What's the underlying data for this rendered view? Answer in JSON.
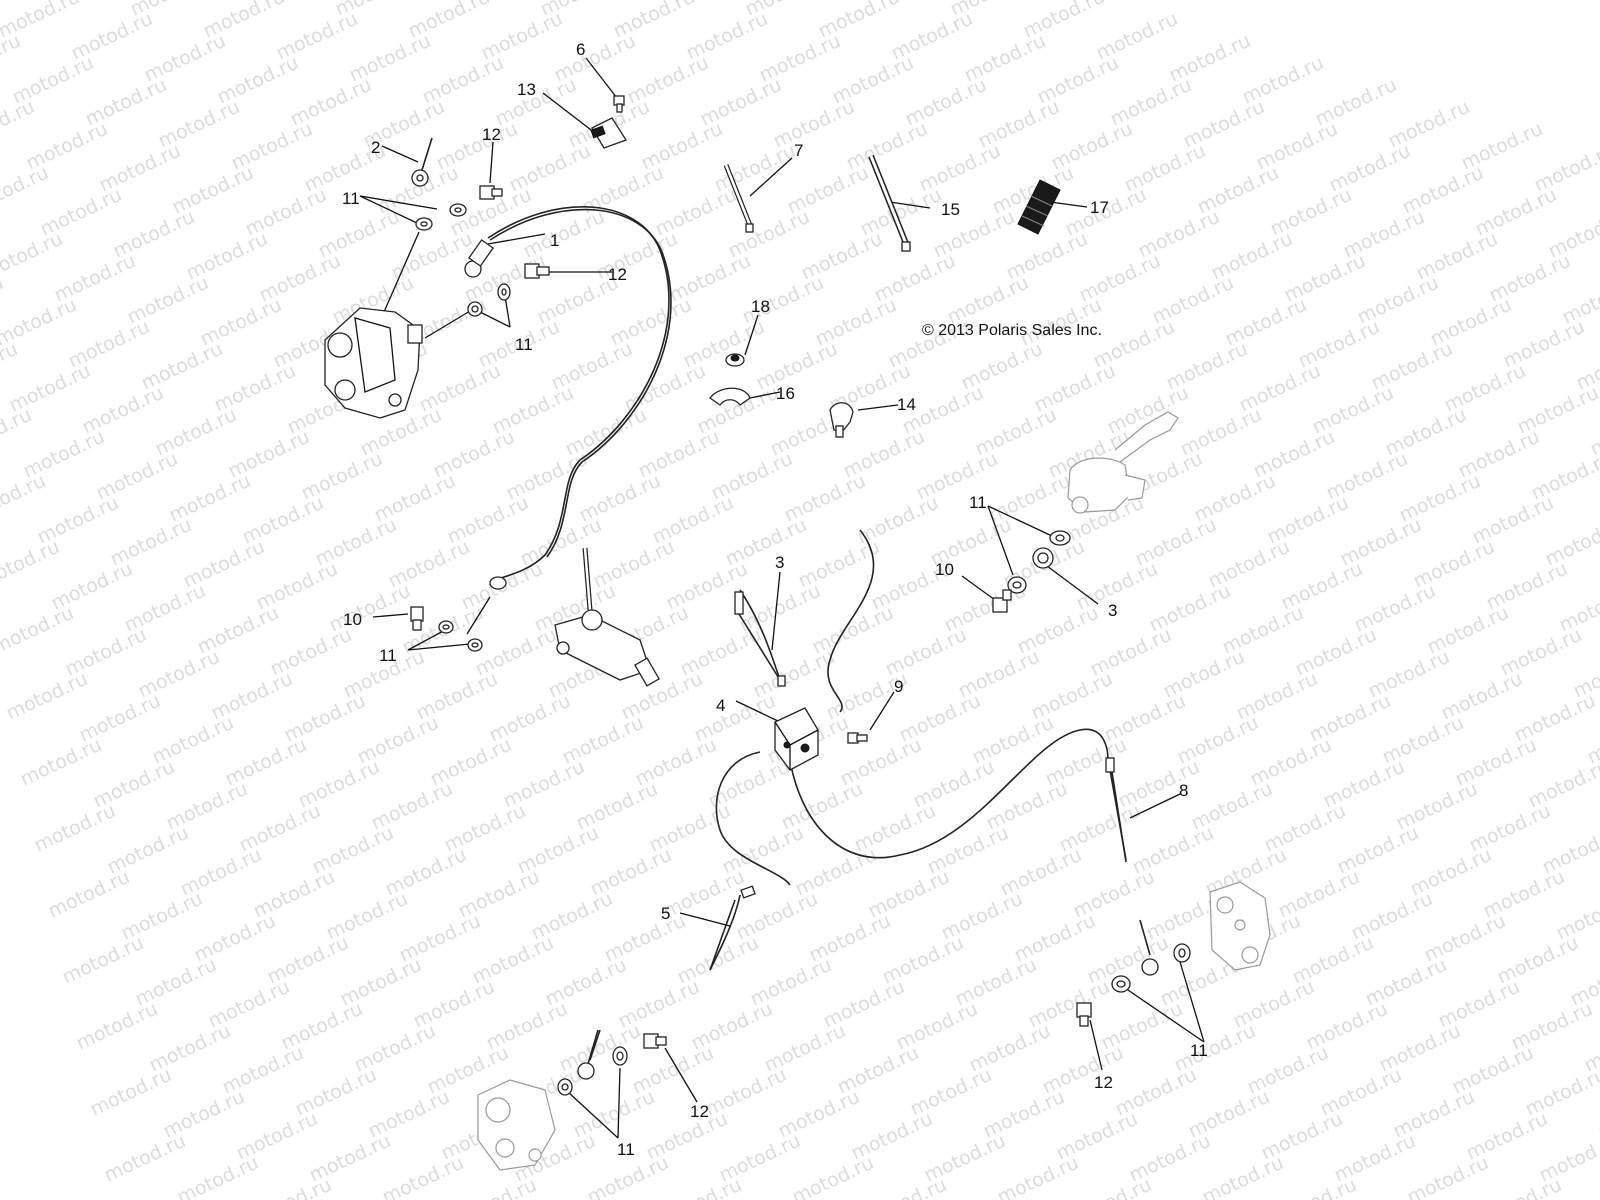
{
  "watermark": {
    "text": "motod.ru"
  },
  "copyright": "© 2013 Polaris Sales Inc.",
  "callouts": [
    {
      "id": "c1",
      "text": "1"
    },
    {
      "id": "c2",
      "text": "2"
    },
    {
      "id": "c3a",
      "text": "3"
    },
    {
      "id": "c3b",
      "text": "3"
    },
    {
      "id": "c4",
      "text": "4"
    },
    {
      "id": "c5",
      "text": "5"
    },
    {
      "id": "c6",
      "text": "6"
    },
    {
      "id": "c7",
      "text": "7"
    },
    {
      "id": "c8",
      "text": "8"
    },
    {
      "id": "c9",
      "text": "9"
    },
    {
      "id": "c10a",
      "text": "10"
    },
    {
      "id": "c10b",
      "text": "10"
    },
    {
      "id": "c11a",
      "text": "11"
    },
    {
      "id": "c11b",
      "text": "11"
    },
    {
      "id": "c11c",
      "text": "11"
    },
    {
      "id": "c11d",
      "text": "11"
    },
    {
      "id": "c11e",
      "text": "11"
    },
    {
      "id": "c11f",
      "text": "11"
    },
    {
      "id": "c12a",
      "text": "12"
    },
    {
      "id": "c12b",
      "text": "12"
    },
    {
      "id": "c12c",
      "text": "12"
    },
    {
      "id": "c12d",
      "text": "12"
    },
    {
      "id": "c13",
      "text": "13"
    },
    {
      "id": "c14",
      "text": "14"
    },
    {
      "id": "c15",
      "text": "15"
    },
    {
      "id": "c16",
      "text": "16"
    },
    {
      "id": "c17",
      "text": "17"
    },
    {
      "id": "c18",
      "text": "18"
    }
  ]
}
